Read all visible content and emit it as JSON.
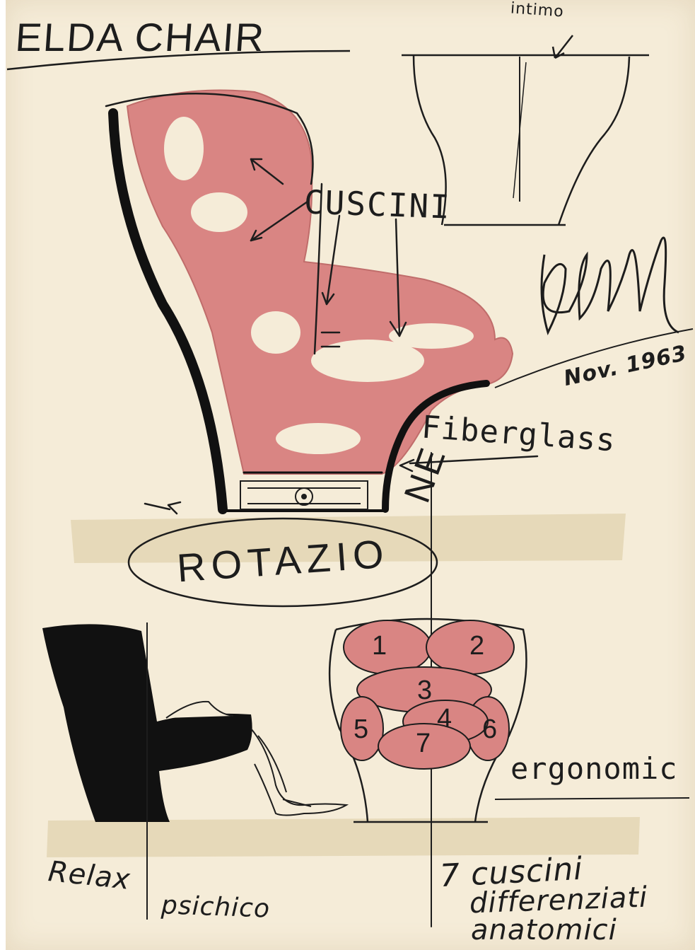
{
  "title": "ELDA CHAIR",
  "labels": {
    "intimo": "intimo",
    "cuscini": "CUSCINI",
    "date": "Nov. 1963",
    "fiberglass": "Fiberglass",
    "rotazione_main": "ROTAZIO",
    "rotazione_tail": "NE",
    "ergonomic": "ergonomic",
    "relax": "Relax",
    "psichico": "psichico",
    "cuscini_count_line1": "7 cuscini",
    "cuscini_count_line2": "differenziati",
    "cuscini_count_line3": "anatomici"
  },
  "cushion_numbers": [
    "1",
    "2",
    "3",
    "4",
    "5",
    "6",
    "7"
  ],
  "colors": {
    "paper": "#f5ecd8",
    "cushion_pink": "#d98583",
    "ink": "#1d1d1d",
    "tape": "#e3d6b4"
  }
}
